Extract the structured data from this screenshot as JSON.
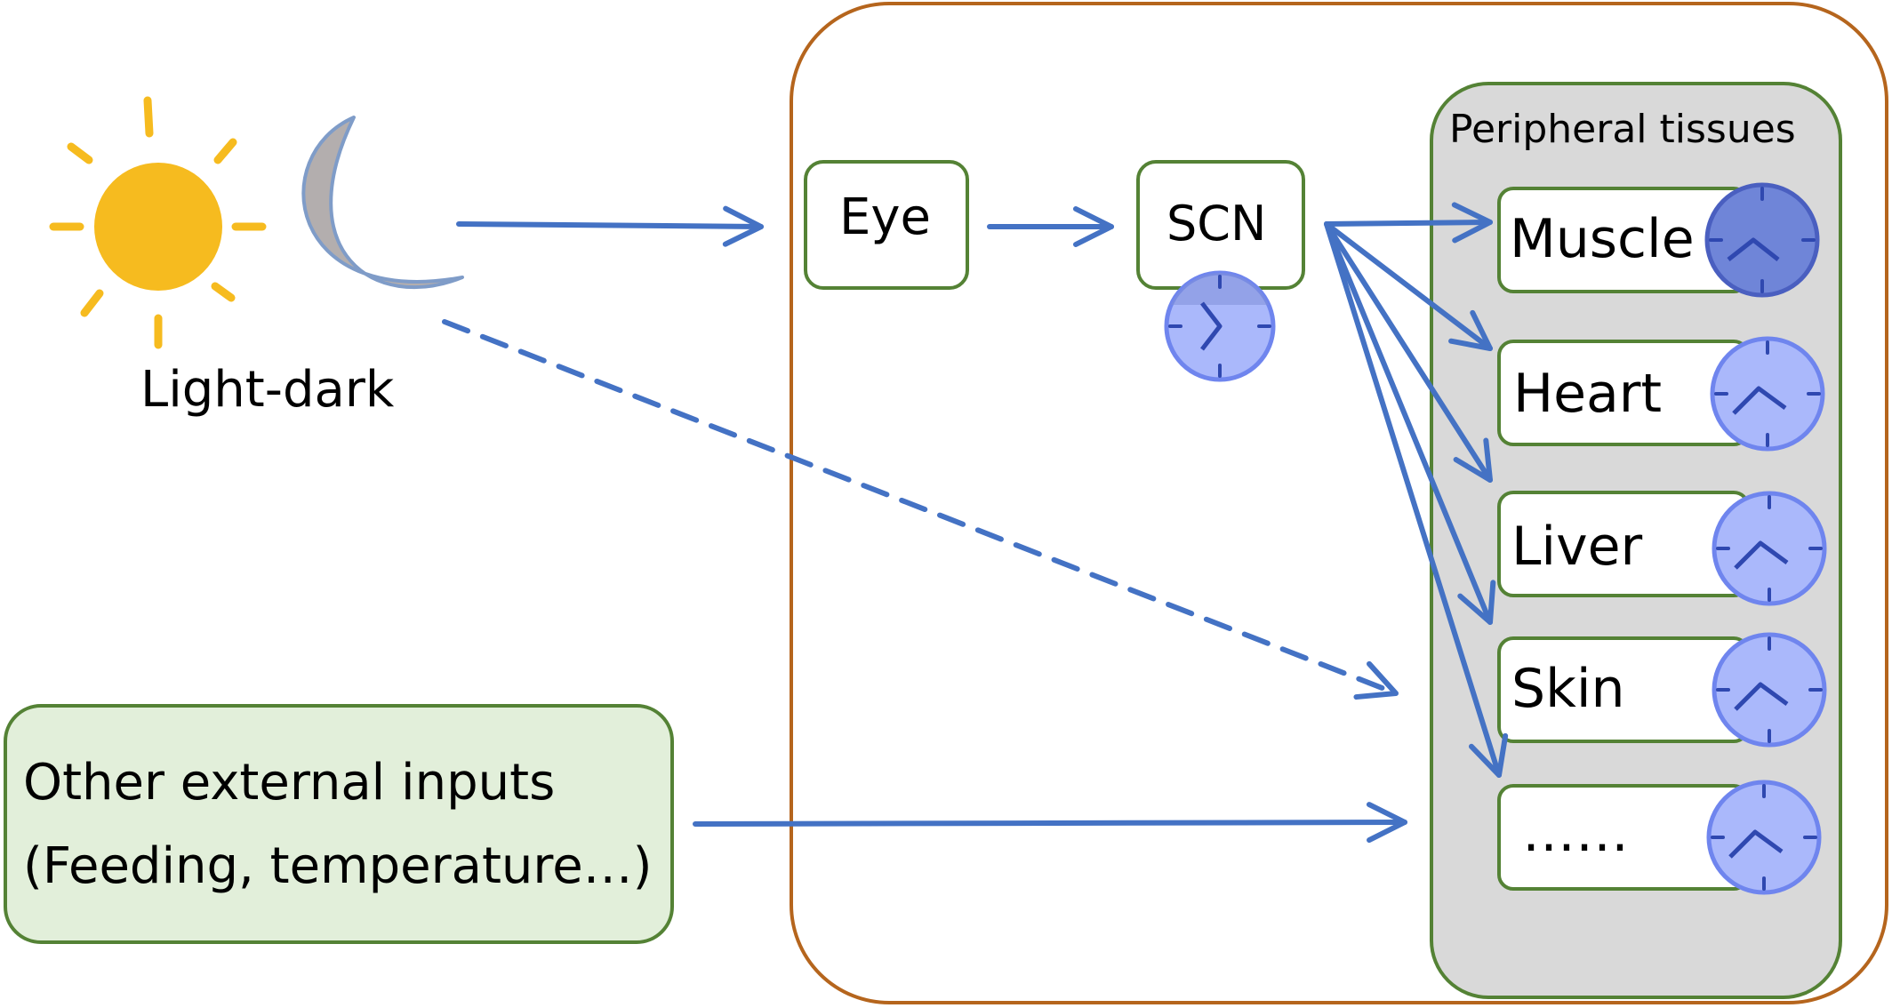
{
  "labels": {
    "light_dark": "Light-dark",
    "other_inputs_line1": "Other external inputs",
    "other_inputs_line2": "(Feeding, temperature…)",
    "eye": "Eye",
    "scn": "SCN",
    "peripheral_tissues": "Peripheral tissues"
  },
  "tissues": [
    "Muscle",
    "Heart",
    "Liver",
    "Skin",
    "……"
  ],
  "colors": {
    "arrow": "#4472c4",
    "box_border": "#548235",
    "organism_border": "#b5651d",
    "panel_fill": "#d9d9d9",
    "inputs_fill": "#e2efda",
    "sun": "#f6bb1f",
    "moon_fill": "#b3aeae",
    "moon_stroke": "#7f9cc8",
    "clock_fill": "#aab8fb",
    "clock_stroke": "#6f85ee",
    "clock_hands": "#2f48b0"
  },
  "icons": [
    "sun-icon",
    "moon-icon",
    "clock-icon"
  ]
}
